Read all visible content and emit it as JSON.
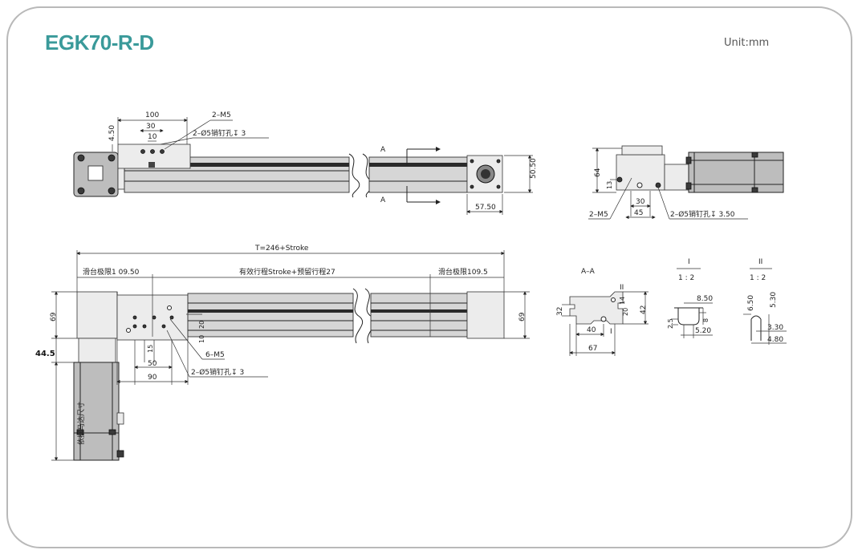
{
  "header": {
    "title": "EGK70-R-D",
    "unit": "Unit:mm"
  },
  "top_view": {
    "dim_100": "100",
    "dim_30": "30",
    "dim_10": "10",
    "dim_4_50": "4.50",
    "thread": "2–M5",
    "pin": "2–Ø5销钉孔↧ 3",
    "dim_50_50": "50.50",
    "dim_57_50": "57.50",
    "section_a_top": "A",
    "section_a_bottom": "A"
  },
  "end_view": {
    "dim_64": "64",
    "dim_13": "13",
    "dim_30": "30",
    "dim_45": "45",
    "thread": "2–M5",
    "pin": "2–Ø5销钉孔↧ 3.50"
  },
  "front_view": {
    "total_length": "T=246+Stroke",
    "left_limit": "滑台极限1 09.50",
    "effective_stroke": "有效行程Stroke+预留行程27",
    "right_limit": "滑台极限109.5",
    "dim_69_left": "69",
    "dim_69_right": "69",
    "dim_44_5": "44.5",
    "motor_note": "依据马达尺寸",
    "dim_20": "20",
    "dim_10": "10",
    "dim_15": "15",
    "dim_50": "50",
    "dim_90": "90",
    "thread": "6–M5",
    "pin": "2–Ø5销钉孔↧ 3"
  },
  "section_aa": {
    "label": "A–A",
    "detail_ii": "II",
    "detail_i": "I",
    "dim_32": "32",
    "dim_20": "20",
    "dim_14": "14",
    "dim_42": "42",
    "dim_40": "40",
    "dim_67": "67"
  },
  "detail_i": {
    "label": "I",
    "scale": "1 : 2",
    "dim_8_50": "8.50",
    "dim_2_5": "2.5",
    "dim_8": "8",
    "dim_5_20": "5.20"
  },
  "detail_ii": {
    "label": "II",
    "scale": "1 : 2",
    "dim_6_50": "6.50",
    "dim_5_30": "5.30",
    "dim_3_30": "3.30",
    "dim_4_80": "4.80"
  }
}
